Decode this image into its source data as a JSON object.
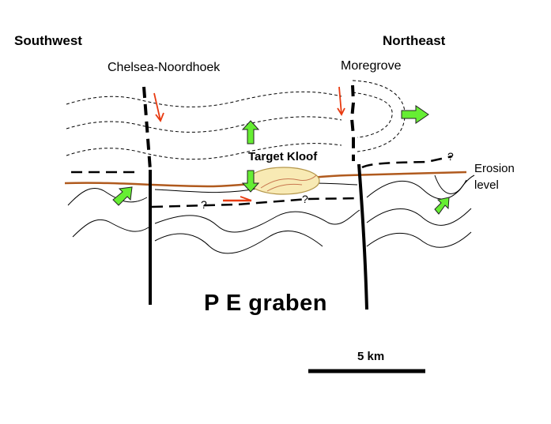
{
  "directions": {
    "left": "Southwest",
    "right": "Northeast"
  },
  "faults": {
    "left_name": "Chelsea-Noordhoek",
    "right_name": "Moregrove"
  },
  "labels": {
    "target": "Target Kloof",
    "erosion_line1": "Erosion",
    "erosion_line2": "level",
    "graben": "P E graben",
    "unknown_marker": "?"
  },
  "scale_bar": {
    "label": "5 km"
  },
  "colors": {
    "erosion_level": "#b05a1e",
    "green_arrow": "#66ee33",
    "red_arrow": "#e83a10",
    "target_fill": "#f8eab4",
    "target_outline": "#b4964a"
  }
}
